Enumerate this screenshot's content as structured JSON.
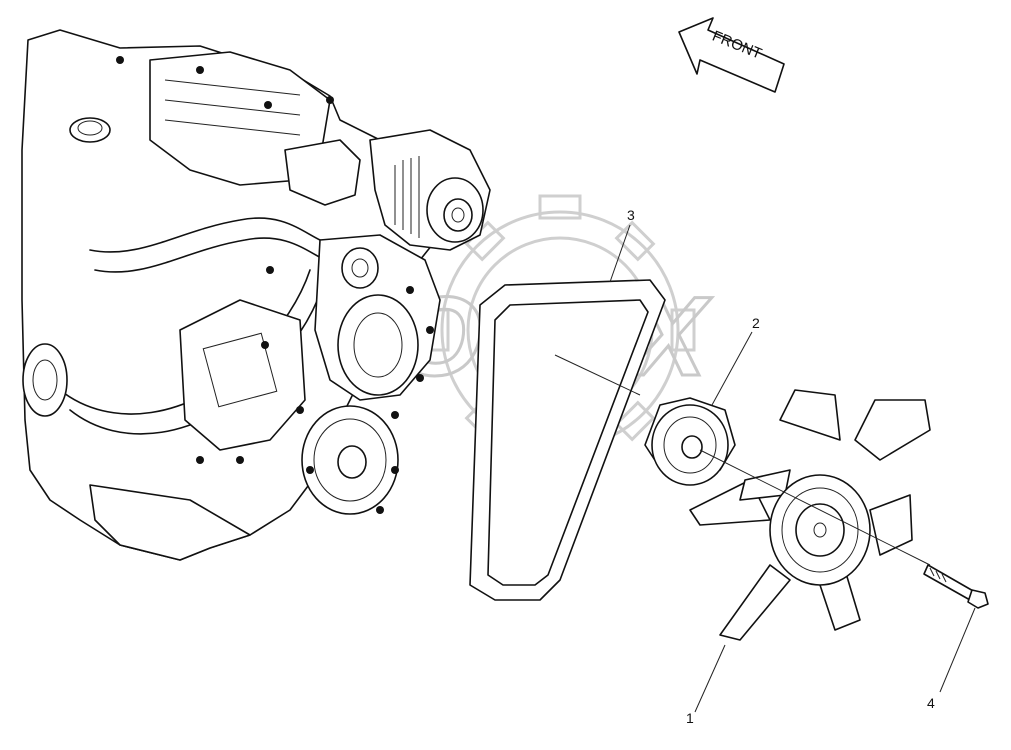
{
  "diagram": {
    "direction_label": "FRONT",
    "watermark": "OPEX",
    "callouts": [
      {
        "id": "1",
        "text": "1"
      },
      {
        "id": "2",
        "text": "2"
      },
      {
        "id": "3",
        "text": "3"
      },
      {
        "id": "4",
        "text": "4"
      }
    ]
  }
}
